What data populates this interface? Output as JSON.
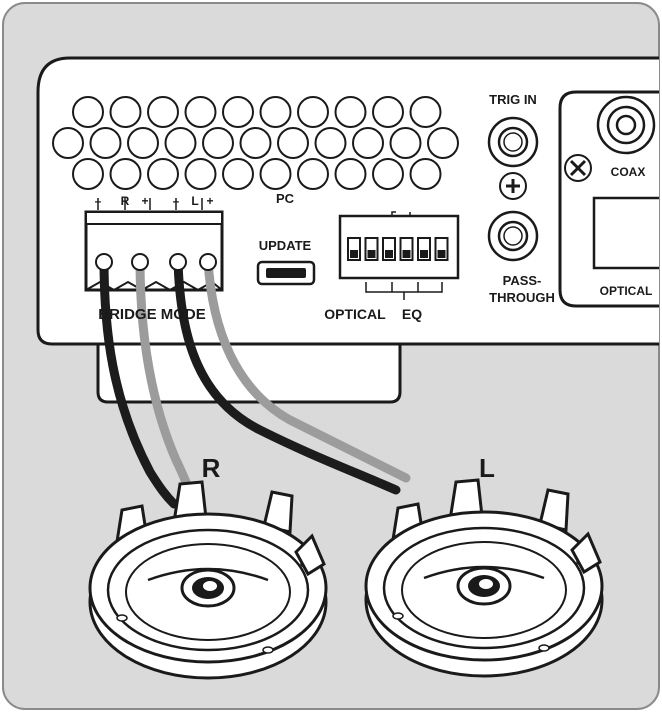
{
  "terminal_block": {
    "labels": [
      "–",
      "R",
      "+",
      "–",
      "L",
      "+"
    ],
    "mode_label": "BRIDGE MODE"
  },
  "pc_update": {
    "line1": "PC",
    "line2": "UPDATE"
  },
  "dip_switch": {
    "optical_label": "OPTICAL",
    "eq_label": "EQ",
    "switch_count": 6
  },
  "trig_in": {
    "label": "TRIG IN"
  },
  "pass_through": {
    "line1": "PASS-",
    "line2": "THROUGH"
  },
  "coax": {
    "label": "COAX"
  },
  "optical": {
    "label": "OPTICAL"
  },
  "speakers": {
    "right": {
      "label": "R"
    },
    "left": {
      "label": "L"
    }
  },
  "colors": {
    "panel_bg": "#dadada",
    "device_bg": "#ffffff",
    "outline": "#1a1a1a",
    "wire_black": "#1c1c1c",
    "wire_grey": "#9c9c9c"
  }
}
